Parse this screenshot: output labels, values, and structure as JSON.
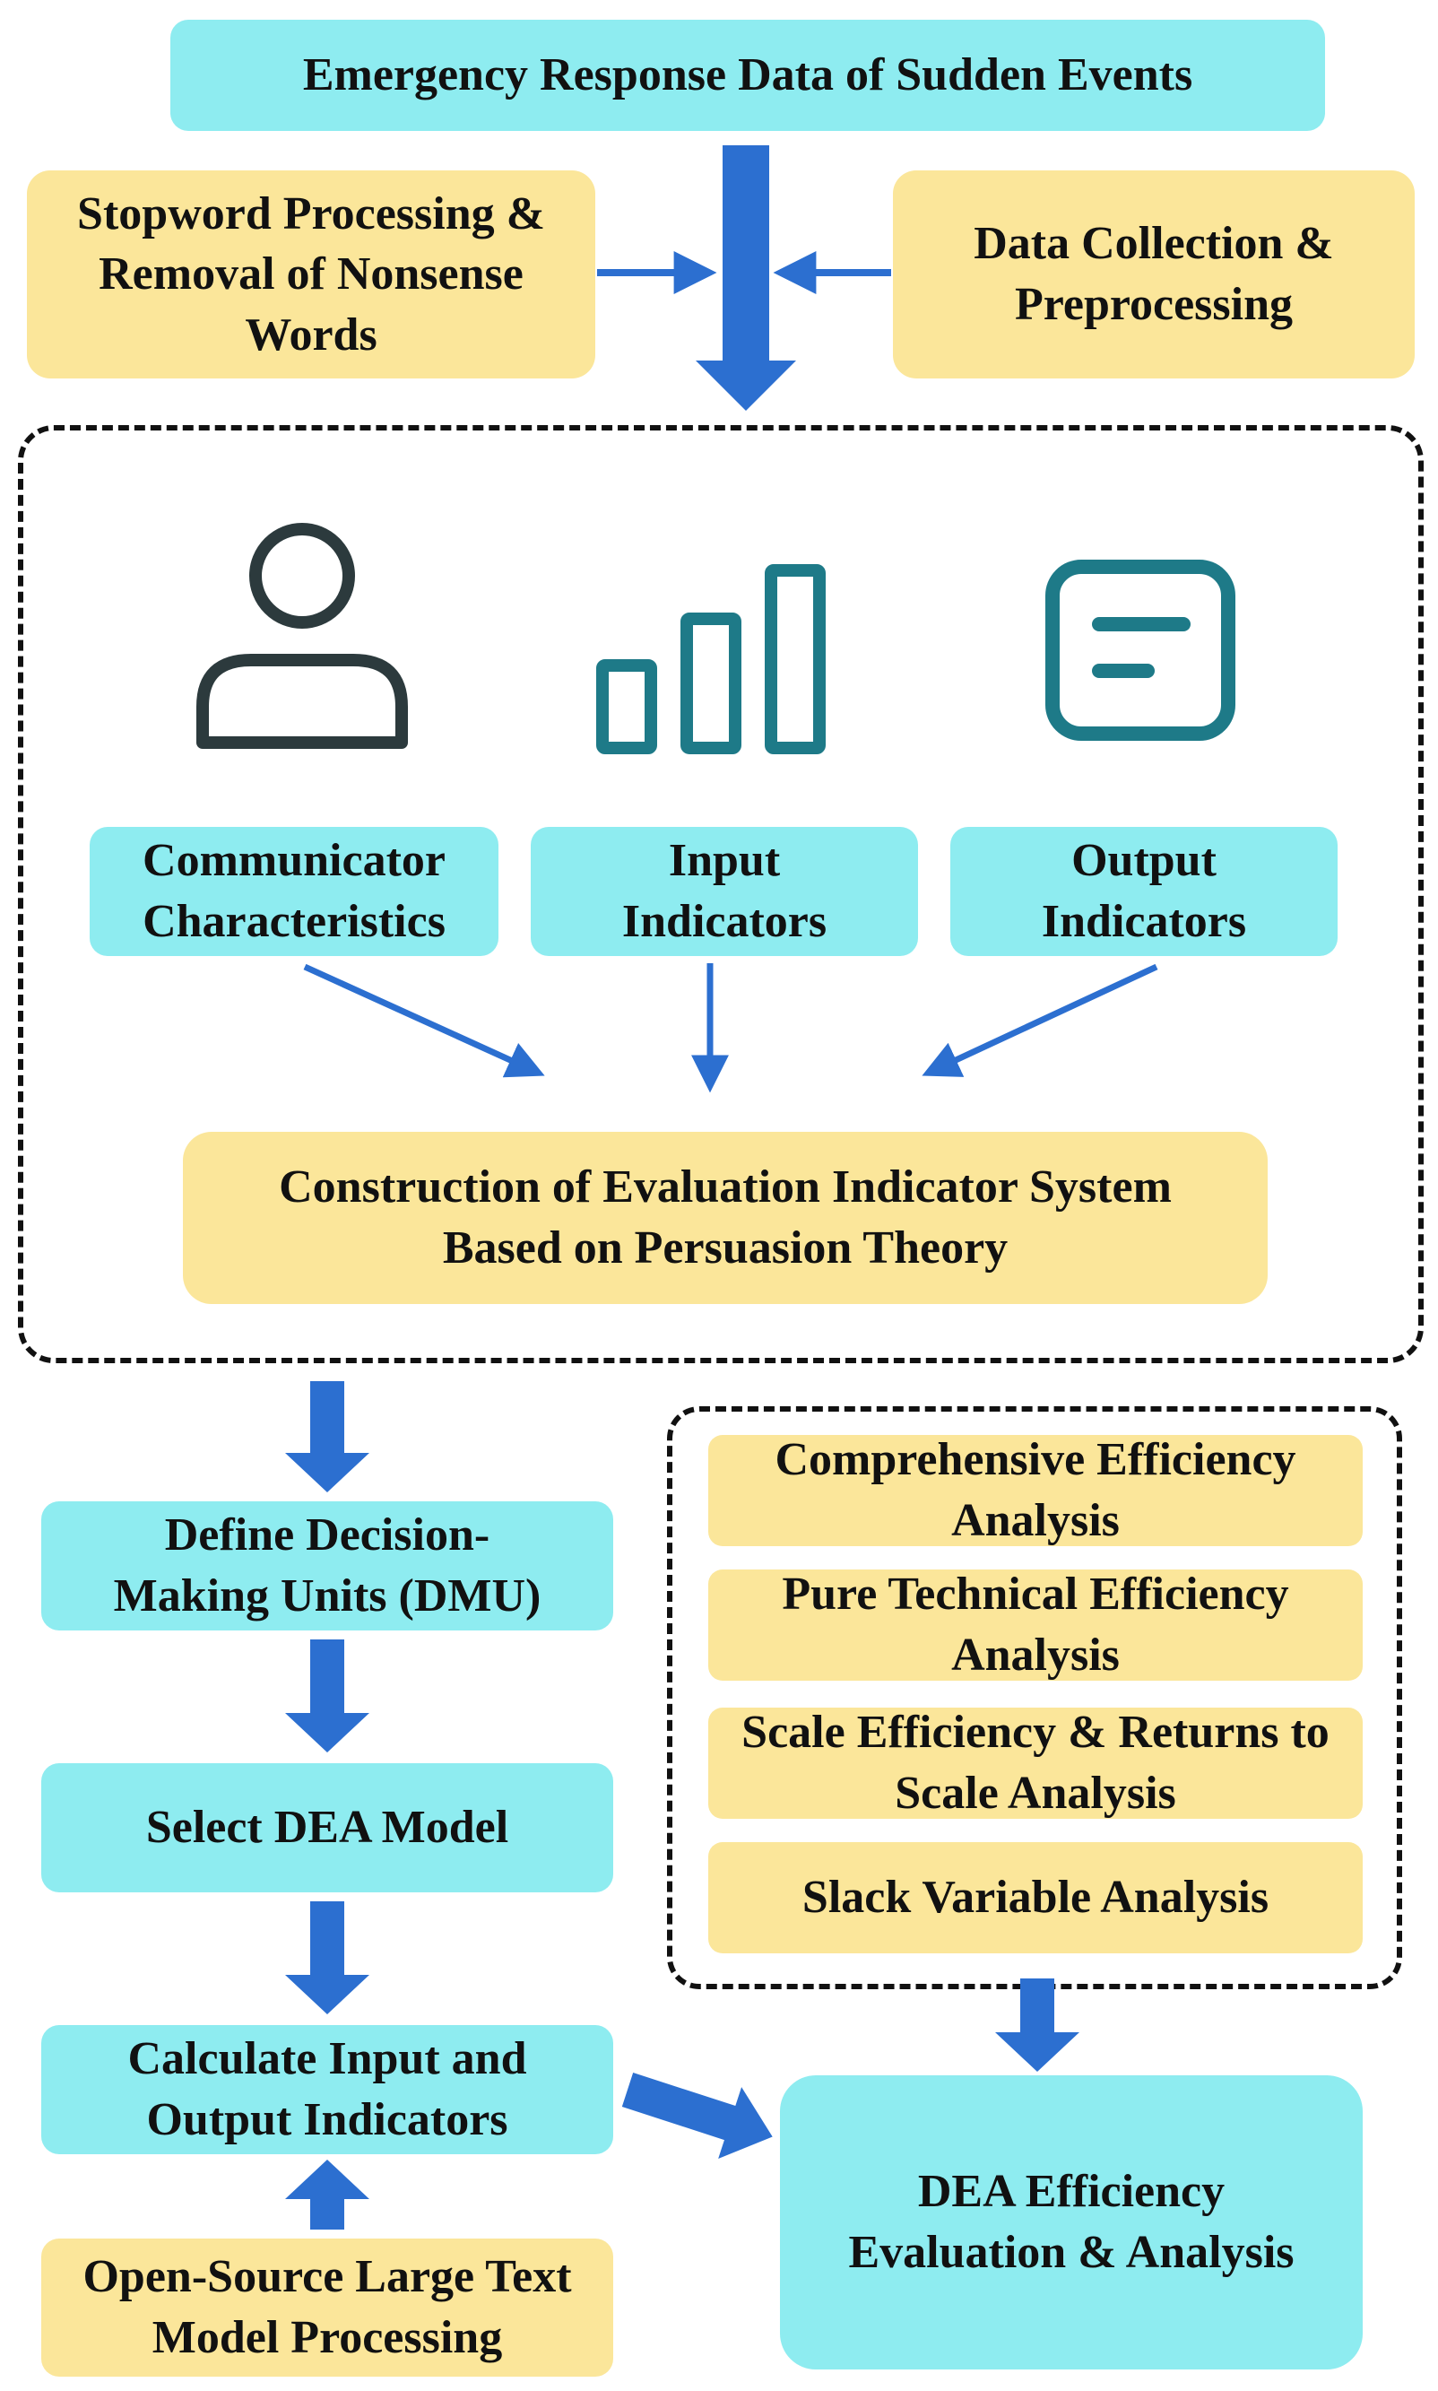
{
  "source": {
    "title": "Emergency Response Data of Sudden Events"
  },
  "preprocessing": {
    "left": "Stopword Processing & Removal of Nonsense Words",
    "right": "Data Collection & Preprocessing"
  },
  "indicator_system": {
    "icons": [
      "person-icon",
      "bar-chart-icon",
      "document-icon"
    ],
    "categories": [
      "Communicator Characteristics",
      "Input Indicators",
      "Output Indicators"
    ],
    "construction": "Construction of Evaluation Indicator System Based on Persuasion Theory"
  },
  "dea_steps": {
    "define": "Define Decision-Making Units (DMU)",
    "select": "Select DEA Model",
    "calculate": "Calculate Input and Output Indicators",
    "llm": "Open-Source Large Text Model Processing"
  },
  "analyses": [
    "Comprehensive Efficiency Analysis",
    "Pure Technical Efficiency Analysis",
    "Scale Efficiency & Returns to Scale Analysis",
    "Slack Variable Analysis"
  ],
  "result": {
    "title": "DEA Efficiency Evaluation & Analysis"
  },
  "colors": {
    "cyan_box": "#8EECF0",
    "yellow_box": "#FBE69A",
    "arrow_blue": "#2C6FD0",
    "icon_dark": "#2C3A3D",
    "icon_teal": "#1E7A88"
  }
}
